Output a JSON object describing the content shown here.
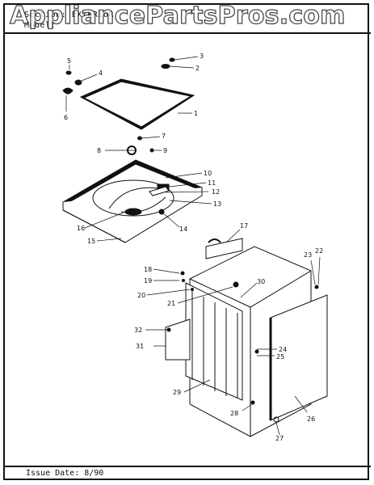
{
  "header": {
    "section_prefix": "Section:",
    "section_code": "EXTERIOR",
    "model_prefix": "Model:"
  },
  "watermark": "AppliancePartsPros.com",
  "footer": {
    "issue_date": "Issue Date: 8/90"
  },
  "callouts": [
    "1",
    "2",
    "3",
    "4",
    "5",
    "6",
    "7",
    "8",
    "9",
    "10",
    "11",
    "12",
    "13",
    "14",
    "15",
    "16",
    "17",
    "18",
    "19",
    "20",
    "21",
    "22",
    "23",
    "24",
    "25",
    "26",
    "27",
    "28",
    "29",
    "30",
    "31",
    "32"
  ],
  "colors": {
    "ink": "#111111",
    "paper": "#ffffff"
  }
}
